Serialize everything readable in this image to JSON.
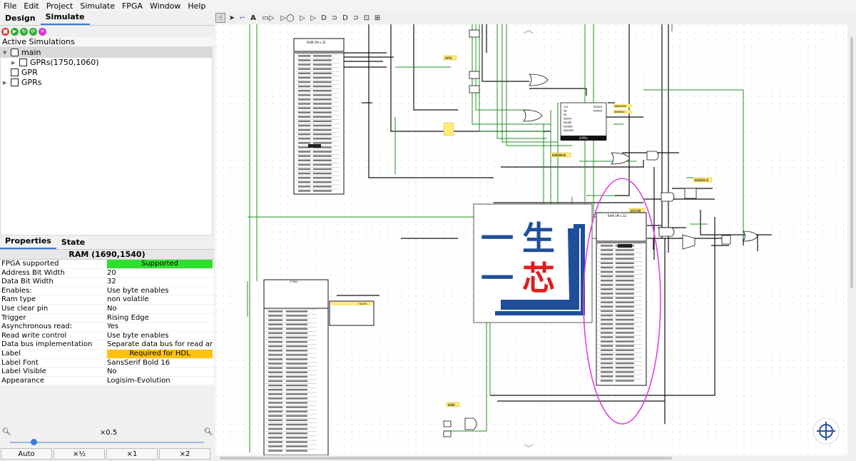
{
  "menu": [
    "File",
    "Edit",
    "Project",
    "Simulate",
    "FPGA",
    "Window",
    "Help"
  ],
  "left_tabs": [
    "Design",
    "Simulate"
  ],
  "active_simulations_label": "Active Simulations",
  "tree": [
    {
      "label": "main",
      "selected": true
    },
    {
      "label": "GPRs(1750,1060)"
    },
    {
      "label": "GPR"
    },
    {
      "label": "GPRs"
    }
  ],
  "props_tabs": [
    "Properties",
    "State"
  ],
  "props_title": "RAM (1690,1540)",
  "properties": [
    {
      "key": "FPGA supported",
      "value": "Supported",
      "style": "green"
    },
    {
      "key": "Address Bit Width",
      "value": "20"
    },
    {
      "key": "Data Bit Width",
      "value": "32"
    },
    {
      "key": "Enables:",
      "value": "Use byte enables"
    },
    {
      "key": "Ram type",
      "value": "non volatile"
    },
    {
      "key": "Use clear pin",
      "value": "No"
    },
    {
      "key": "Trigger",
      "value": "Rising Edge"
    },
    {
      "key": "Asynchronous read:",
      "value": "Yes"
    },
    {
      "key": "Read write control",
      "value": "Use byte enables"
    },
    {
      "key": "Data bus implementation",
      "value": "Separate data bus for read and ..."
    },
    {
      "key": "Label",
      "value": "Required for HDL",
      "style": "yellow"
    },
    {
      "key": "Label Font",
      "value": "SansSerif Bold 16"
    },
    {
      "key": "Label Visible",
      "value": "No"
    },
    {
      "key": "Appearance",
      "value": "Logisim-Evolution"
    }
  ],
  "zoom": {
    "value": "×0.5",
    "level": 0.12
  },
  "zoom_buttons": [
    "Auto",
    "×½",
    "×1",
    "×2"
  ],
  "canvas_labels": {
    "rom_title": "ROM 1M x 32",
    "ram_title": "RAM 1M x 32",
    "gprs_label": "GPRs",
    "ctr_title": "CTR64",
    "const_a": "###4",
    "const_b": "000018000",
    "const_c": "00000dc8",
    "const_d": "000000d8",
    "const_e": "003f00",
    "const_f": "71b255",
    "const_g": "0000",
    "gpr_out_a": "00004000",
    "gpr_out_b": "00000d4",
    "gpr_pins": [
      "CLK",
      "WE",
      "EN",
      "WDATA",
      "RADDR",
      "RADDR1",
      "WADDR2"
    ],
    "gpr_outs": [
      "RDATA1",
      "RDATA2"
    ],
    "logo_chars": [
      "一",
      "生",
      "一",
      "芯"
    ]
  },
  "colors": {
    "wire_green": "#2a8f2a",
    "wire_dark": "#111111",
    "highlight_ellipse": "#e040e0",
    "logo_blue": "#1f4e9a",
    "logo_red": "#e21d1d",
    "constant_bg": "#ffeb7a",
    "accent": "#3a7bd5"
  }
}
